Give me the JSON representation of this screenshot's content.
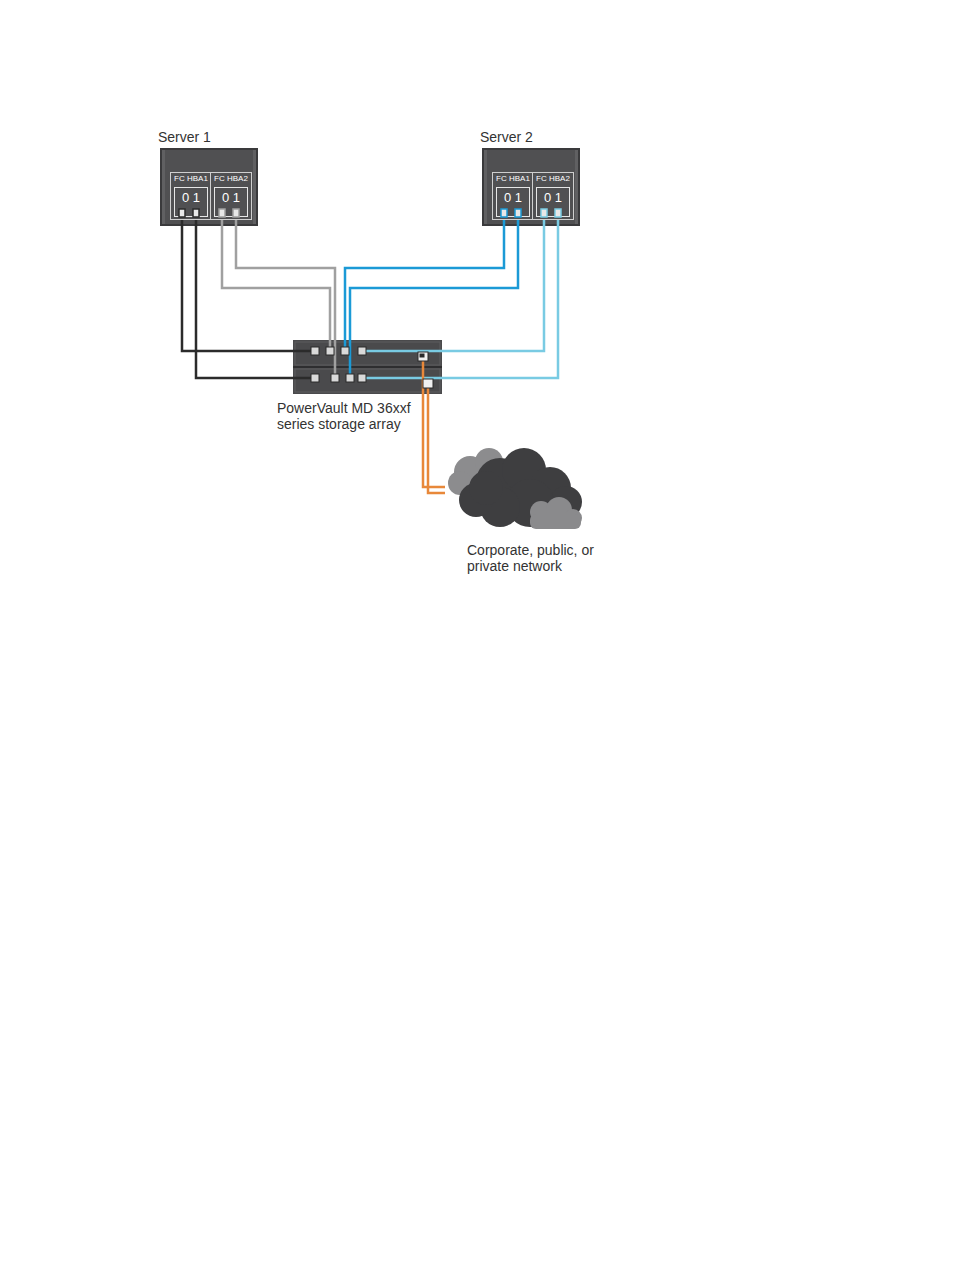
{
  "diagram": {
    "nodes": [
      {
        "text": [
          "Server 1"
        ]
      },
      {
        "text": [
          "FC HBA1",
          "0 1"
        ],
        "in": 0
      },
      {
        "text": [
          "FC HBA2",
          "0 1"
        ],
        "in": 0
      },
      {
        "text": [
          "Server 2"
        ]
      },
      {
        "text": [
          "FC HBA1",
          "0 1"
        ],
        "in": 3
      },
      {
        "text": [
          "FC HBA2",
          "0 1"
        ],
        "in": 3
      },
      {
        "text": [
          "PowerVault MD 36xxf series storage array"
        ]
      },
      {
        "text": [
          "Corporate, public, or private network"
        ]
      }
    ],
    "edges": [
      {
        "from": 1,
        "to": 6,
        "arrow": "none"
      },
      {
        "from": 1,
        "to": 6,
        "arrow": "none"
      },
      {
        "from": 2,
        "to": 6,
        "arrow": "none"
      },
      {
        "from": 2,
        "to": 6,
        "arrow": "none"
      },
      {
        "from": 4,
        "to": 6,
        "arrow": "none"
      },
      {
        "from": 4,
        "to": 6,
        "arrow": "none"
      },
      {
        "from": 5,
        "to": 6,
        "arrow": "none"
      },
      {
        "from": 5,
        "to": 6,
        "arrow": "none"
      },
      {
        "from": 6,
        "to": 7,
        "arrow": "none"
      },
      {
        "from": 6,
        "to": 7,
        "arrow": "none"
      }
    ]
  }
}
